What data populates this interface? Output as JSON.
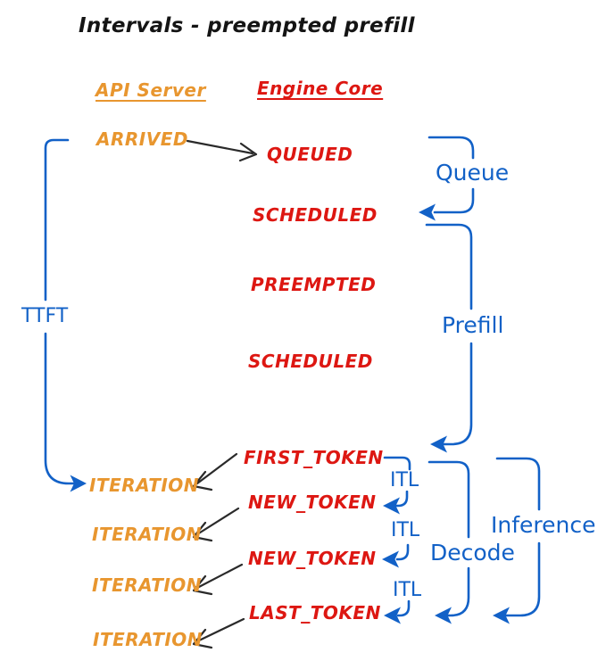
{
  "title": "Intervals - preempted prefill",
  "colors": {
    "orange": "#E8962F",
    "red": "#DD1712",
    "blue": "#1261C7"
  },
  "headers": {
    "api_server": "API Server",
    "engine_core": "Engine Core"
  },
  "api_events": [
    "ARRIVED",
    "ITERATION",
    "ITERATION",
    "ITERATION",
    "ITERATION"
  ],
  "engine_events": [
    "QUEUED",
    "SCHEDULED",
    "PREEMPTED",
    "SCHEDULED",
    "FIRST_TOKEN",
    "NEW_TOKEN",
    "NEW_TOKEN",
    "LAST_TOKEN"
  ],
  "intervals": {
    "ttft": "TTFT",
    "queue": "Queue",
    "prefill": "Prefill",
    "itl": [
      "ITL",
      "ITL",
      "ITL"
    ],
    "decode": "Decode",
    "inference": "Inference"
  }
}
